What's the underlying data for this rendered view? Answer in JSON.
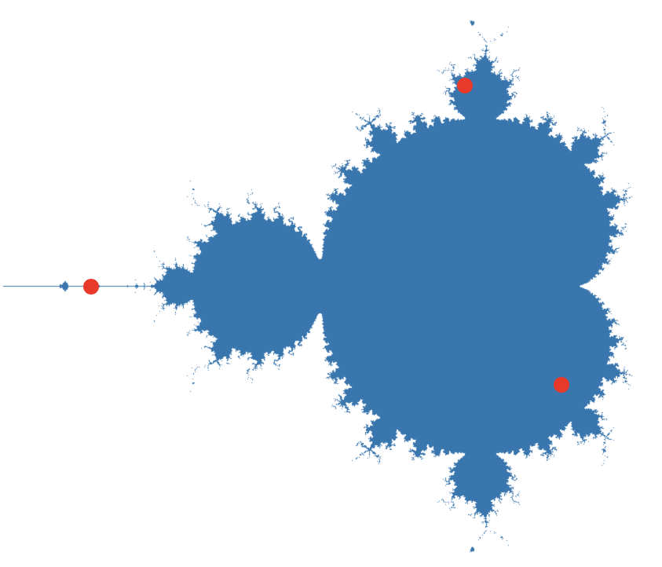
{
  "image": {
    "subject": "fractal-set",
    "fill_color": "#3a76ae",
    "background_color": "#ffffff",
    "marker_color": "#e8392a"
  },
  "markers": [
    {
      "name": "marker-west"
    },
    {
      "name": "marker-north"
    },
    {
      "name": "marker-southeast"
    }
  ]
}
